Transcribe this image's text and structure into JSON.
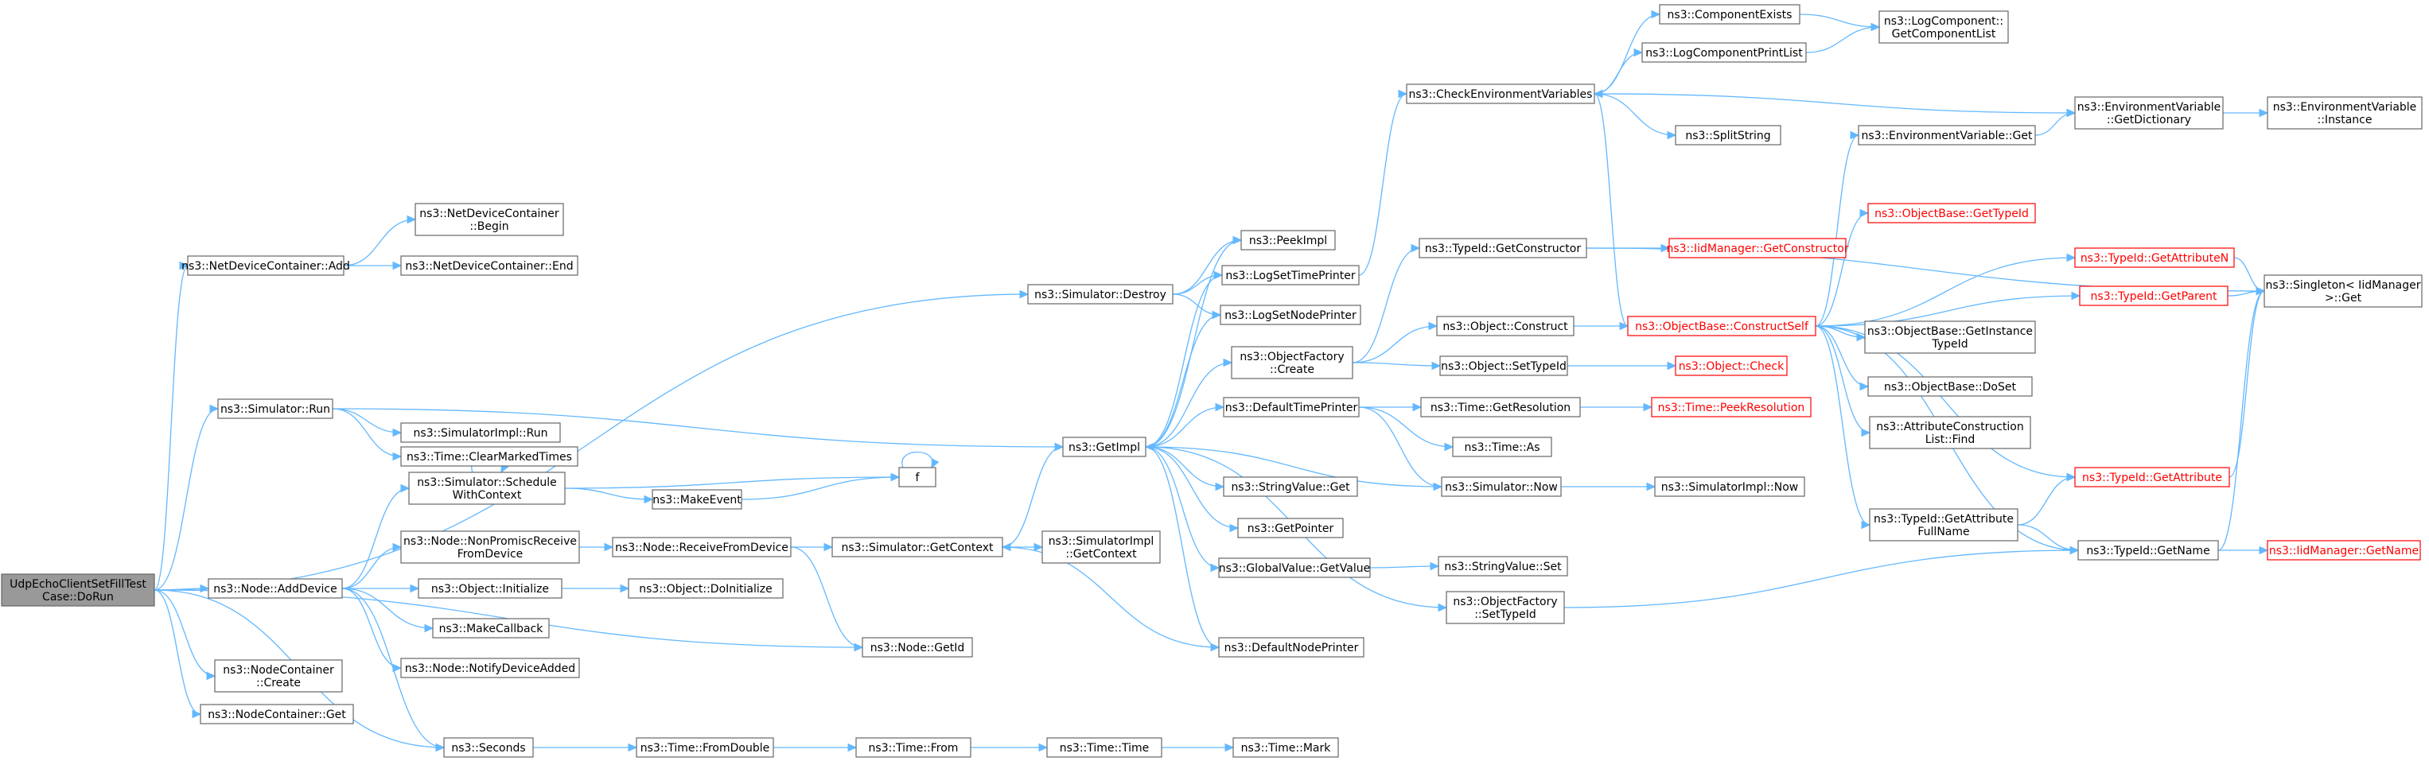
{
  "nodes": [
    {
      "id": "root",
      "lines": [
        "UdpEchoClientSetFillTest",
        "Case::DoRun"
      ],
      "style": "root"
    },
    {
      "id": "ndc_add",
      "lines": [
        "ns3::NetDeviceContainer::Add"
      ]
    },
    {
      "id": "ndc_begin",
      "lines": [
        "ns3::NetDeviceContainer",
        "::Begin"
      ]
    },
    {
      "id": "ndc_end",
      "lines": [
        "ns3::NetDeviceContainer::End"
      ]
    },
    {
      "id": "sim_destroy",
      "lines": [
        "ns3::Simulator::Destroy"
      ]
    },
    {
      "id": "sim_run",
      "lines": [
        "ns3::Simulator::Run"
      ]
    },
    {
      "id": "simimpl_run",
      "lines": [
        "ns3::SimulatorImpl::Run"
      ]
    },
    {
      "id": "time_clear",
      "lines": [
        "ns3::Time::ClearMarkedTimes"
      ]
    },
    {
      "id": "sched",
      "lines": [
        "ns3::Simulator::Schedule",
        "WithContext"
      ]
    },
    {
      "id": "makeevent",
      "lines": [
        "ns3::MakeEvent"
      ]
    },
    {
      "id": "f",
      "lines": [
        "f"
      ]
    },
    {
      "id": "nonprom",
      "lines": [
        "ns3::Node::NonPromiscReceive",
        "FromDevice"
      ]
    },
    {
      "id": "recvfrom",
      "lines": [
        "ns3::Node::ReceiveFromDevice"
      ]
    },
    {
      "id": "getcontext",
      "lines": [
        "ns3::Simulator::GetContext"
      ]
    },
    {
      "id": "simimpl_getctx",
      "lines": [
        "ns3::SimulatorImpl",
        "::GetContext"
      ]
    },
    {
      "id": "node_adddev",
      "lines": [
        "ns3::Node::AddDevice"
      ]
    },
    {
      "id": "obj_init",
      "lines": [
        "ns3::Object::Initialize"
      ]
    },
    {
      "id": "obj_doinit",
      "lines": [
        "ns3::Object::DoInitialize"
      ]
    },
    {
      "id": "makecb",
      "lines": [
        "ns3::MakeCallback"
      ]
    },
    {
      "id": "notifydev",
      "lines": [
        "ns3::Node::NotifyDeviceAdded"
      ]
    },
    {
      "id": "node_getid",
      "lines": [
        "ns3::Node::GetId"
      ]
    },
    {
      "id": "nc_create",
      "lines": [
        "ns3::NodeContainer",
        "::Create"
      ]
    },
    {
      "id": "nc_get",
      "lines": [
        "ns3::NodeContainer::Get"
      ]
    },
    {
      "id": "seconds",
      "lines": [
        "ns3::Seconds"
      ]
    },
    {
      "id": "fromdouble",
      "lines": [
        "ns3::Time::FromDouble"
      ]
    },
    {
      "id": "time_from",
      "lines": [
        "ns3::Time::From"
      ]
    },
    {
      "id": "time_time",
      "lines": [
        "ns3::Time::Time"
      ]
    },
    {
      "id": "time_mark",
      "lines": [
        "ns3::Time::Mark"
      ]
    },
    {
      "id": "getimpl",
      "lines": [
        "ns3::GetImpl"
      ]
    },
    {
      "id": "peekimpl",
      "lines": [
        "ns3::PeekImpl"
      ]
    },
    {
      "id": "logsettime",
      "lines": [
        "ns3::LogSetTimePrinter"
      ]
    },
    {
      "id": "logsetnode",
      "lines": [
        "ns3::LogSetNodePrinter"
      ]
    },
    {
      "id": "objfactory_create",
      "lines": [
        "ns3::ObjectFactory",
        "::Create"
      ]
    },
    {
      "id": "deftimeprinter",
      "lines": [
        "ns3::DefaultTimePrinter"
      ]
    },
    {
      "id": "stringvalue_get",
      "lines": [
        "ns3::StringValue::Get"
      ]
    },
    {
      "id": "getpointer",
      "lines": [
        "ns3::GetPointer"
      ]
    },
    {
      "id": "globalvalue_get",
      "lines": [
        "ns3::GlobalValue::GetValue"
      ]
    },
    {
      "id": "defnodeprinter",
      "lines": [
        "ns3::DefaultNodePrinter"
      ]
    },
    {
      "id": "checkenv",
      "lines": [
        "ns3::CheckEnvironmentVariables"
      ]
    },
    {
      "id": "compexists",
      "lines": [
        "ns3::ComponentExists"
      ]
    },
    {
      "id": "logcompprint",
      "lines": [
        "ns3::LogComponentPrintList"
      ]
    },
    {
      "id": "splitstring",
      "lines": [
        "ns3::SplitString"
      ]
    },
    {
      "id": "logcomp_getlist",
      "lines": [
        "ns3::LogComponent::",
        "GetComponentList"
      ]
    },
    {
      "id": "envvar_getdict",
      "lines": [
        "ns3::EnvironmentVariable",
        "::GetDictionary"
      ]
    },
    {
      "id": "envvar_instance",
      "lines": [
        "ns3::EnvironmentVariable",
        "::Instance"
      ]
    },
    {
      "id": "envvar_get",
      "lines": [
        "ns3::EnvironmentVariable::Get"
      ]
    },
    {
      "id": "typeid_getctor",
      "lines": [
        "ns3::TypeId::GetConstructor"
      ]
    },
    {
      "id": "iidmgr_getctor",
      "lines": [
        "ns3::IidManager::GetConstructor"
      ],
      "style": "red"
    },
    {
      "id": "obj_construct",
      "lines": [
        "ns3::Object::Construct"
      ]
    },
    {
      "id": "obj_settypeid",
      "lines": [
        "ns3::Object::SetTypeId"
      ]
    },
    {
      "id": "time_getres",
      "lines": [
        "ns3::Time::GetResolution"
      ]
    },
    {
      "id": "time_as",
      "lines": [
        "ns3::Time::As"
      ]
    },
    {
      "id": "sim_now",
      "lines": [
        "ns3::Simulator::Now"
      ]
    },
    {
      "id": "stringvalue_set",
      "lines": [
        "ns3::StringValue::Set"
      ]
    },
    {
      "id": "objfactory_settypeid",
      "lines": [
        "ns3::ObjectFactory",
        "::SetTypeId"
      ]
    },
    {
      "id": "objbase_construct",
      "lines": [
        "ns3::ObjectBase::ConstructSelf"
      ],
      "style": "red"
    },
    {
      "id": "obj_check",
      "lines": [
        "ns3::Object::Check"
      ],
      "style": "red"
    },
    {
      "id": "time_peekres",
      "lines": [
        "ns3::Time::PeekResolution"
      ],
      "style": "red"
    },
    {
      "id": "simimpl_now",
      "lines": [
        "ns3::SimulatorImpl::Now"
      ]
    },
    {
      "id": "objbase_gettypeid",
      "lines": [
        "ns3::ObjectBase::GetTypeId"
      ],
      "style": "red"
    },
    {
      "id": "typeid_getattrn",
      "lines": [
        "ns3::TypeId::GetAttributeN"
      ],
      "style": "red"
    },
    {
      "id": "typeid_getparent",
      "lines": [
        "ns3::TypeId::GetParent"
      ],
      "style": "red"
    },
    {
      "id": "objbase_getinst",
      "lines": [
        "ns3::ObjectBase::GetInstance",
        "TypeId"
      ]
    },
    {
      "id": "objbase_doset",
      "lines": [
        "ns3::ObjectBase::DoSet"
      ]
    },
    {
      "id": "attrconstr_find",
      "lines": [
        "ns3::AttributeConstruction",
        "List::Find"
      ]
    },
    {
      "id": "typeid_getattr",
      "lines": [
        "ns3::TypeId::GetAttribute"
      ],
      "style": "red"
    },
    {
      "id": "typeid_getattrfull",
      "lines": [
        "ns3::TypeId::GetAttribute",
        "FullName"
      ]
    },
    {
      "id": "typeid_getname",
      "lines": [
        "ns3::TypeId::GetName"
      ]
    },
    {
      "id": "iidmgr_getname",
      "lines": [
        "ns3::IidManager::GetName"
      ],
      "style": "red"
    },
    {
      "id": "singleton_get",
      "lines": [
        "ns3::Singleton< IidManager",
        ">::Get"
      ]
    }
  ],
  "edges": [
    [
      "root",
      "ndc_add"
    ],
    [
      "root",
      "sim_destroy"
    ],
    [
      "root",
      "sim_run"
    ],
    [
      "root",
      "node_adddev"
    ],
    [
      "root",
      "nc_create"
    ],
    [
      "root",
      "nc_get"
    ],
    [
      "root",
      "seconds"
    ],
    [
      "root",
      "node_getid"
    ],
    [
      "ndc_add",
      "ndc_begin"
    ],
    [
      "ndc_add",
      "ndc_end"
    ],
    [
      "sim_destroy",
      "peekimpl"
    ],
    [
      "sim_destroy",
      "logsettime"
    ],
    [
      "sim_destroy",
      "logsetnode"
    ],
    [
      "sim_run",
      "simimpl_run"
    ],
    [
      "sim_run",
      "time_clear"
    ],
    [
      "sim_run",
      "getimpl"
    ],
    [
      "node_adddev",
      "sched"
    ],
    [
      "node_adddev",
      "nonprom"
    ],
    [
      "node_adddev",
      "obj_init"
    ],
    [
      "node_adddev",
      "makecb"
    ],
    [
      "node_adddev",
      "notifydev"
    ],
    [
      "node_adddev",
      "seconds"
    ],
    [
      "sched",
      "sched"
    ],
    [
      "sched",
      "makeevent"
    ],
    [
      "sched",
      "f"
    ],
    [
      "makeevent",
      "f"
    ],
    [
      "f",
      "f"
    ],
    [
      "nonprom",
      "recvfrom"
    ],
    [
      "recvfrom",
      "getcontext"
    ],
    [
      "recvfrom",
      "node_getid"
    ],
    [
      "getcontext",
      "simimpl_getctx"
    ],
    [
      "getcontext",
      "getimpl"
    ],
    [
      "obj_init",
      "obj_doinit"
    ],
    [
      "seconds",
      "fromdouble"
    ],
    [
      "fromdouble",
      "time_from"
    ],
    [
      "time_from",
      "time_time"
    ],
    [
      "time_time",
      "time_mark"
    ],
    [
      "getimpl",
      "peekimpl"
    ],
    [
      "getimpl",
      "logsettime"
    ],
    [
      "getimpl",
      "logsetnode"
    ],
    [
      "getimpl",
      "objfactory_create"
    ],
    [
      "getimpl",
      "deftimeprinter"
    ],
    [
      "getimpl",
      "stringvalue_get"
    ],
    [
      "getimpl",
      "getpointer"
    ],
    [
      "getimpl",
      "globalvalue_get"
    ],
    [
      "getimpl",
      "defnodeprinter"
    ],
    [
      "getimpl",
      "objfactory_settypeid"
    ],
    [
      "logsettime",
      "checkenv"
    ],
    [
      "checkenv",
      "compexists"
    ],
    [
      "checkenv",
      "logcompprint"
    ],
    [
      "checkenv",
      "splitstring"
    ],
    [
      "checkenv",
      "envvar_getdict"
    ],
    [
      "compexists",
      "logcomp_getlist"
    ],
    [
      "logcompprint",
      "logcomp_getlist"
    ],
    [
      "envvar_getdict",
      "envvar_instance"
    ],
    [
      "envvar_get",
      "envvar_getdict"
    ],
    [
      "objfactory_create",
      "typeid_getctor"
    ],
    [
      "objfactory_create",
      "obj_construct"
    ],
    [
      "objfactory_create",
      "obj_settypeid"
    ],
    [
      "typeid_getctor",
      "iidmgr_getctor"
    ],
    [
      "typeid_getctor",
      "singleton_get"
    ],
    [
      "obj_construct",
      "objbase_construct"
    ],
    [
      "obj_settypeid",
      "obj_check"
    ],
    [
      "deftimeprinter",
      "time_getres"
    ],
    [
      "deftimeprinter",
      "time_as"
    ],
    [
      "deftimeprinter",
      "sim_now"
    ],
    [
      "time_getres",
      "time_peekres"
    ],
    [
      "sim_now",
      "simimpl_now"
    ],
    [
      "sim_now",
      "getimpl"
    ],
    [
      "globalvalue_get",
      "stringvalue_set"
    ],
    [
      "defnodeprinter",
      "getcontext"
    ],
    [
      "objfactory_settypeid",
      "typeid_getname"
    ],
    [
      "objbase_construct",
      "envvar_get"
    ],
    [
      "objbase_construct",
      "objbase_gettypeid"
    ],
    [
      "objbase_construct",
      "typeid_getattrn"
    ],
    [
      "objbase_construct",
      "typeid_getparent"
    ],
    [
      "objbase_construct",
      "objbase_getinst"
    ],
    [
      "objbase_construct",
      "objbase_doset"
    ],
    [
      "objbase_construct",
      "attrconstr_find"
    ],
    [
      "objbase_construct",
      "typeid_getattr"
    ],
    [
      "objbase_construct",
      "typeid_getattrfull"
    ],
    [
      "objbase_construct",
      "typeid_getname"
    ],
    [
      "objbase_construct",
      "checkenv"
    ],
    [
      "typeid_getattrn",
      "singleton_get"
    ],
    [
      "typeid_getparent",
      "singleton_get"
    ],
    [
      "typeid_getattr",
      "singleton_get"
    ],
    [
      "typeid_getattrfull",
      "typeid_getattr"
    ],
    [
      "typeid_getattrfull",
      "typeid_getname"
    ],
    [
      "typeid_getname",
      "iidmgr_getname"
    ],
    [
      "typeid_getname",
      "singleton_get"
    ]
  ],
  "colors": {
    "edge": "#63b8ff",
    "node_border": "#666666",
    "root_fill": "#999999",
    "red_text": "#ff0000"
  }
}
